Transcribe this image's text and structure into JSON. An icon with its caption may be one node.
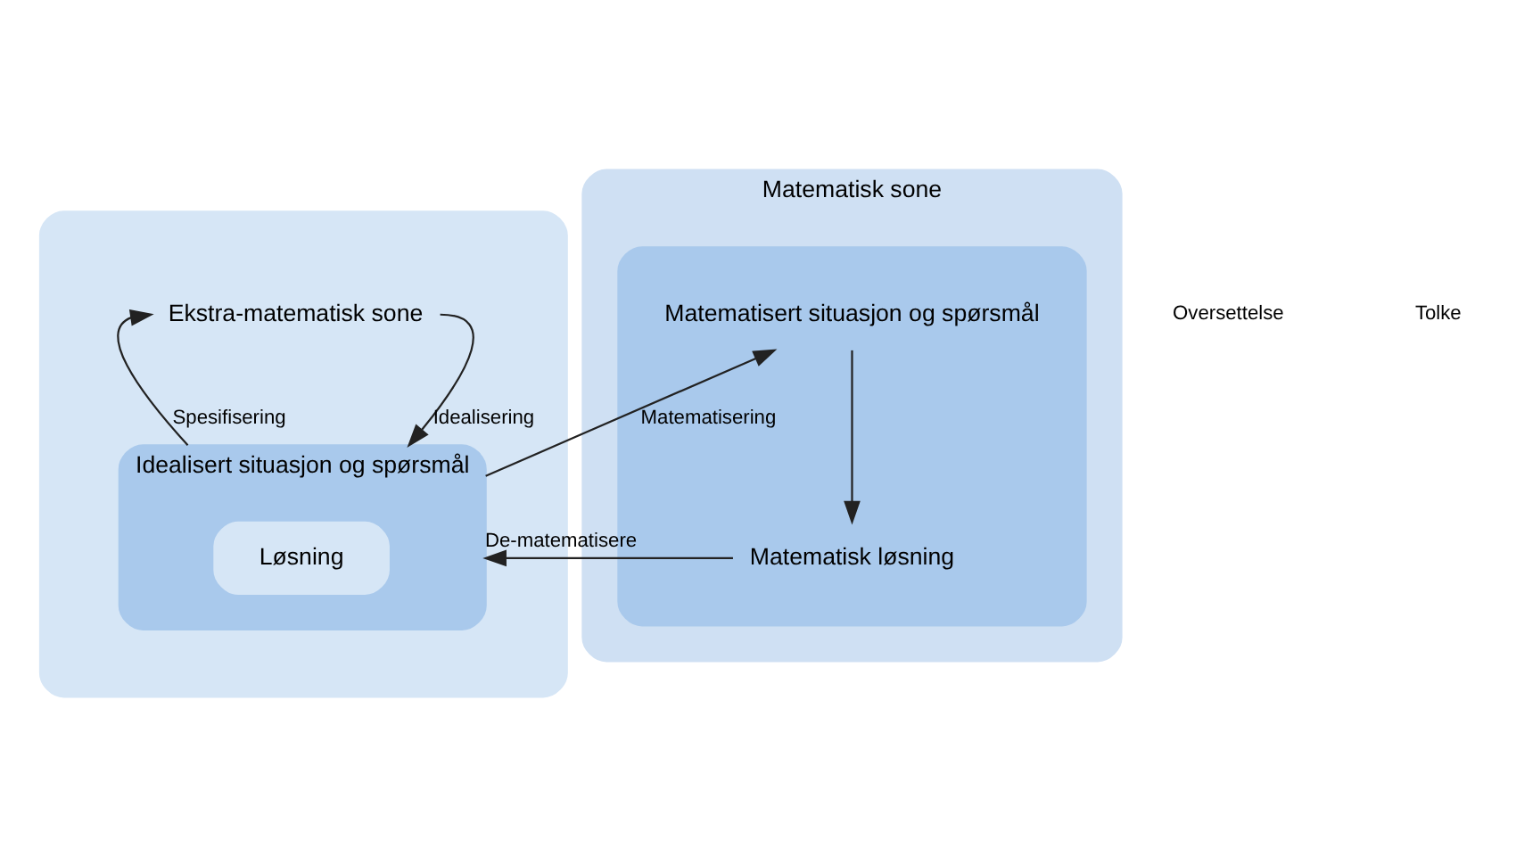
{
  "diagram": {
    "nodes": [
      {
        "text": [],
        "shape": "cloud"
      },
      {
        "text": [
          "Ekstra-matematisk sone"
        ],
        "in": 0
      },
      {
        "text": [
          "Idealisert situasjon og spørsmål"
        ],
        "in": 0
      },
      {
        "text": [
          "Løsning"
        ],
        "in": 2
      },
      {
        "text": [
          "Matematisk sone"
        ]
      },
      {
        "text": [],
        "shape": "box",
        "in": 4
      },
      {
        "text": [
          "Matematisert situasjon og spørsmål"
        ],
        "in": 5
      },
      {
        "text": [
          "Matematisk løsning"
        ],
        "in": 5
      }
    ],
    "edges": [
      {
        "from": 2,
        "to": 1,
        "arrow": "to",
        "label": "Spesifisering"
      },
      {
        "from": 1,
        "to": 2,
        "arrow": "to",
        "label": "Idealisering"
      },
      {
        "from": 2,
        "to": 6,
        "arrow": "to",
        "label": "Matematisering"
      },
      {
        "from": 6,
        "to": 7,
        "arrow": "to"
      },
      {
        "from": 7,
        "to": 2,
        "arrow": "to",
        "label": "De-matematisere"
      }
    ],
    "labels": [
      "Oversettelse",
      "Tolke"
    ]
  }
}
